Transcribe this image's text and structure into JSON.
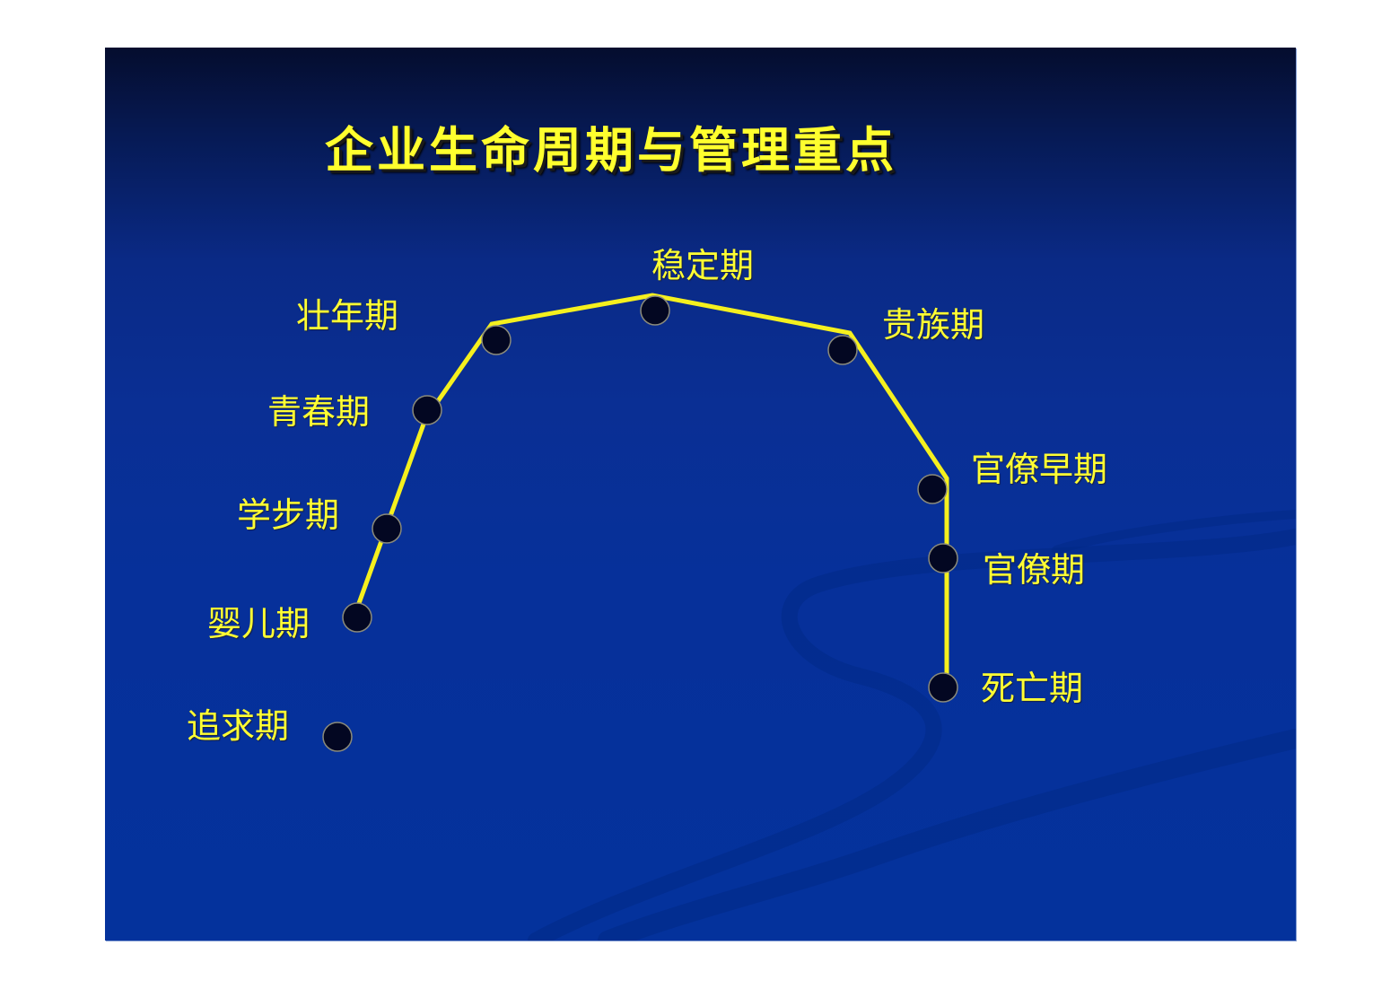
{
  "slide": {
    "title": "企业生命周期与管理重点",
    "colors": {
      "background_top": "#050d2e",
      "background_main": "#04329c",
      "accent_text": "#ffff33",
      "line": "#f5f01e",
      "node_fill": "#030722"
    }
  },
  "stages": [
    {
      "id": "courtship",
      "label": "追求期",
      "order": 1
    },
    {
      "id": "infancy",
      "label": "婴儿期",
      "order": 2
    },
    {
      "id": "go-go",
      "label": "学步期",
      "order": 3
    },
    {
      "id": "adolescence",
      "label": "青春期",
      "order": 4
    },
    {
      "id": "prime",
      "label": "壮年期",
      "order": 5
    },
    {
      "id": "stable",
      "label": "稳定期",
      "order": 6
    },
    {
      "id": "aristocracy",
      "label": "贵族期",
      "order": 7
    },
    {
      "id": "early-bureaucracy",
      "label": "官僚早期",
      "order": 8
    },
    {
      "id": "bureaucracy",
      "label": "官僚期",
      "order": 9
    },
    {
      "id": "death",
      "label": "死亡期",
      "order": 10
    }
  ]
}
